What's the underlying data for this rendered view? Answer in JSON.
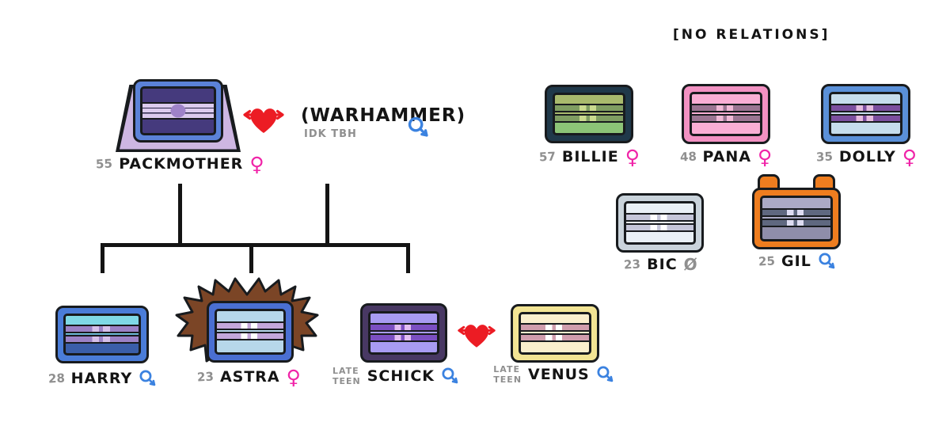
{
  "section_title": "[NO RELATIONS]",
  "colors": {
    "heart": "#ec1c24",
    "male": "#3b82e0",
    "female": "#f024a8",
    "muted": "#8f8f8f"
  },
  "characters": {
    "packmother": {
      "age": "55",
      "name": "PACKMOTHER",
      "gender": "female",
      "colors": {
        "body": "#cdb6e2",
        "frame": "#5b82d8",
        "face": "#453a7d",
        "hl": "#dccbee",
        "circle": "#9e82c8",
        "stripe": "#453a7d"
      }
    },
    "warhammer": {
      "name": "(WARHAMMER)",
      "note": "IDK TBH",
      "gender": "male"
    },
    "harry": {
      "age": "28",
      "name": "HARRY",
      "gender": "male",
      "colors": {
        "frame": "#4a7cd8",
        "face": "#7fd9e6",
        "face2": "#3a5ea9",
        "stripe": "#9c82c6",
        "hl": "#d6c0ea"
      }
    },
    "astra": {
      "age": "23",
      "name": "ASTRA",
      "gender": "female",
      "colors": {
        "frame": "#4a6fd2",
        "face": "#b7d7ea",
        "stripe": "#c4a7da",
        "hl": "#ffffff",
        "hair": "#7b4526"
      }
    },
    "schick": {
      "age": "LATE TEEN",
      "name": "SCHICK",
      "gender": "male",
      "colors": {
        "frame": "#483863",
        "face": "#a89bf2",
        "stripe": "#7b4fc2",
        "hl": "#e2bdf2"
      }
    },
    "venus": {
      "age": "LATE TEEN",
      "name": "VENUS",
      "gender": "male",
      "colors": {
        "frame": "#f2e494",
        "face": "#faefcd",
        "stripe": "#d09dad",
        "hl": "#ffffff"
      }
    },
    "billie": {
      "age": "57",
      "name": "BILLIE",
      "gender": "female",
      "colors": {
        "frame": "#20394a",
        "face": "#a9ba6d",
        "face2": "#8cc477",
        "stripe": "#7f9d62",
        "hl": "#c9da8e"
      }
    },
    "pana": {
      "age": "48",
      "name": "PANA",
      "gender": "female",
      "colors": {
        "frame": "#f291c2",
        "face": "#f9aed4",
        "stripe": "#9b7592",
        "hl": "#f0b9d6"
      }
    },
    "dolly": {
      "age": "35",
      "name": "DOLLY",
      "gender": "female",
      "colors": {
        "frame": "#5a90d8",
        "face": "#c6ddec",
        "stripe": "#7c4f9f",
        "hl": "#e5badf"
      }
    },
    "bic": {
      "age": "23",
      "name": "BIC",
      "gender": "none",
      "gender_symbol": "Ø",
      "colors": {
        "frame": "#c9d3db",
        "face": "#e9f0f6",
        "stripe": "#c5c6d9",
        "hl": "#ffffff"
      }
    },
    "gil": {
      "age": "25",
      "name": "GIL",
      "gender": "male",
      "colors": {
        "frame": "#ee7d1f",
        "face": "#abaac6",
        "face2": "#8f8eaa",
        "stripe": "#5f6880",
        "hl": "#dddcf2"
      }
    }
  }
}
